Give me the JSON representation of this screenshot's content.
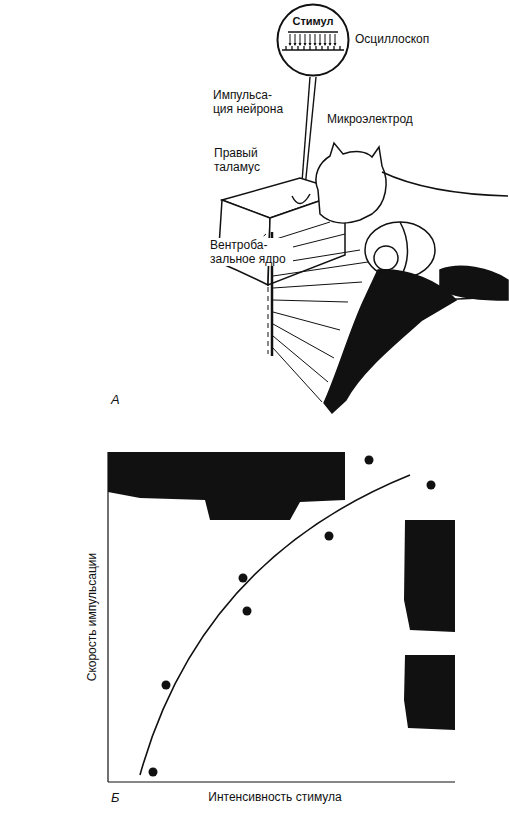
{
  "diagram": {
    "nodes": [
      {
        "text": [
          "Стимул"
        ]
      }
    ],
    "labels": [
      "Осциллоскоп",
      "Импульса- ция нейрона",
      "Микроэлектрод",
      "Правый таламус",
      "Вентроба- зальное ядро",
      "А",
      "Скорость импульсации",
      "Интенсивность стимула",
      "Б"
    ]
  }
}
